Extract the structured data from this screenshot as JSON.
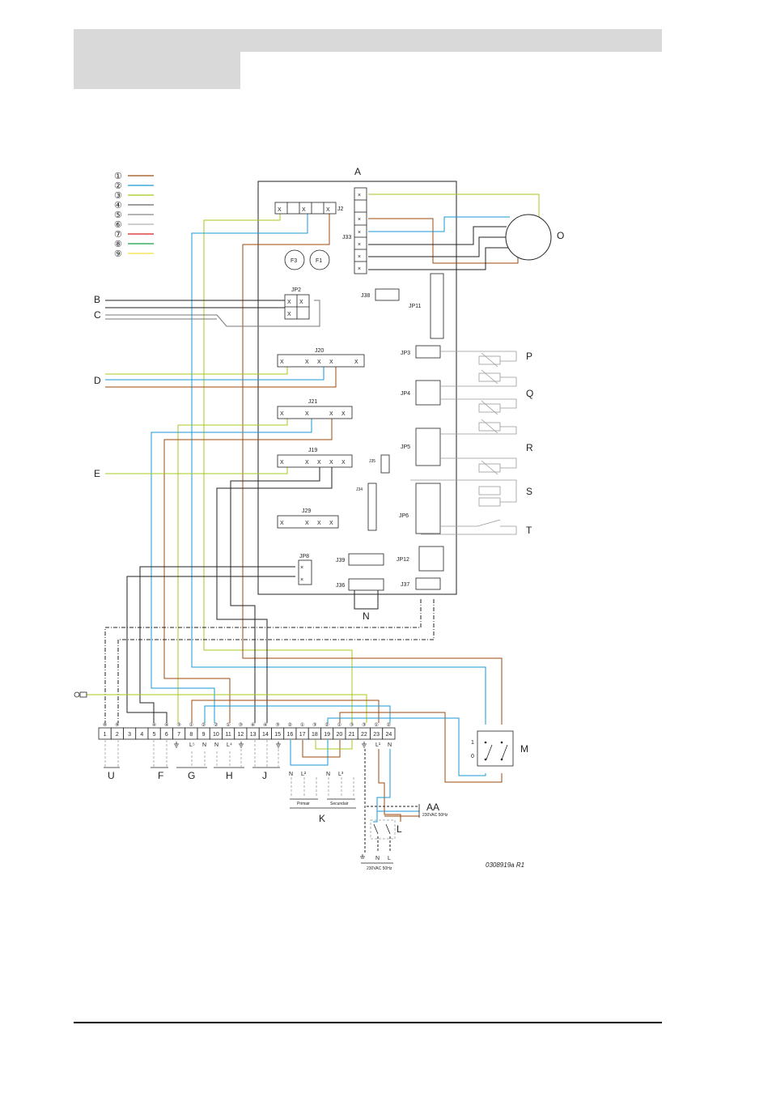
{
  "colors": {
    "brown": "#9c4a0c",
    "blue": "#1a9ad6",
    "green_yellow": "#a4c81c",
    "black": "#222222",
    "dark_gray": "#777777",
    "gray": "#b0b0b0",
    "red": "#d42020",
    "green": "#10a040",
    "yellow": "#f0e040"
  },
  "legend": [
    {
      "num": "①",
      "color": "#9c4a0c"
    },
    {
      "num": "②",
      "color": "#1a9ad6"
    },
    {
      "num": "③",
      "color": "#a4c81c"
    },
    {
      "num": "④",
      "color": "#666666"
    },
    {
      "num": "⑤",
      "color": "#888888"
    },
    {
      "num": "⑥",
      "color": "#b0b0b0"
    },
    {
      "num": "⑦",
      "color": "#d42020"
    },
    {
      "num": "⑧",
      "color": "#10a040"
    },
    {
      "num": "⑨",
      "color": "#f0e040"
    }
  ],
  "labels": {
    "A": "A",
    "B": "B",
    "C": "C",
    "D": "D",
    "E": "E",
    "M": "M",
    "N": "N",
    "O": "O",
    "P": "P",
    "Q": "Q",
    "R": "R",
    "S": "S",
    "T": "T",
    "U": "U",
    "F": "F",
    "G": "G",
    "H": "H",
    "J": "J",
    "K": "K",
    "L": "L",
    "AA": "AA"
  },
  "connectors": {
    "J2": "J2",
    "J33": "J33",
    "F3": "F3",
    "F1": "F1",
    "JP2": "JP2",
    "J38": "J38",
    "JP11": "JP11",
    "J20": "J20",
    "J21": "J21",
    "J19": "J19",
    "J29": "J29",
    "J35": "J35",
    "J34": "J34",
    "JP3": "JP3",
    "JP4": "JP4",
    "JP5": "JP5",
    "JP6": "JP6",
    "JP8": "JP8",
    "J39": "J39",
    "J36": "J36",
    "JP12": "JP12",
    "J37": "J37"
  },
  "terminals": [
    {
      "n": "1",
      "mark": "⑧"
    },
    {
      "n": "2",
      "mark": "⑧"
    },
    {
      "n": "3",
      "mark": ""
    },
    {
      "n": "4",
      "mark": ""
    },
    {
      "n": "5",
      "mark": "④"
    },
    {
      "n": "6",
      "mark": "④"
    },
    {
      "n": "7",
      "mark": "③"
    },
    {
      "n": "8",
      "mark": "①"
    },
    {
      "n": "9",
      "mark": "②"
    },
    {
      "n": "10",
      "mark": "②"
    },
    {
      "n": "11",
      "mark": "①"
    },
    {
      "n": "12",
      "mark": "③"
    },
    {
      "n": "13",
      "mark": "④"
    },
    {
      "n": "14",
      "mark": "④"
    },
    {
      "n": "15",
      "mark": "③"
    },
    {
      "n": "16",
      "mark": "②"
    },
    {
      "n": "17",
      "mark": "①"
    },
    {
      "n": "18",
      "mark": "③"
    },
    {
      "n": "19",
      "mark": "②"
    },
    {
      "n": "20",
      "mark": "①"
    },
    {
      "n": "21",
      "mark": "③"
    },
    {
      "n": "22",
      "mark": "③"
    },
    {
      "n": "23",
      "mark": "①"
    },
    {
      "n": "24",
      "mark": "②"
    }
  ],
  "terminal_sub": {
    "t8": "L⁵",
    "t9": "N",
    "t10": "N",
    "t11": "L⁴",
    "t23": "L¹",
    "t24": "N"
  },
  "k_block": {
    "n1": "N",
    "l2": "L²",
    "n2": "N",
    "l3": "L³",
    "primary": "Primair",
    "secondary": "Secundair"
  },
  "mains": {
    "n": "N",
    "l": "L",
    "rating": "230VAC 50Hz",
    "aa_rating": "230VAC 50Hz"
  },
  "switch_m": {
    "on": "1",
    "off": "0"
  },
  "drawing_id": "0308919a R1"
}
